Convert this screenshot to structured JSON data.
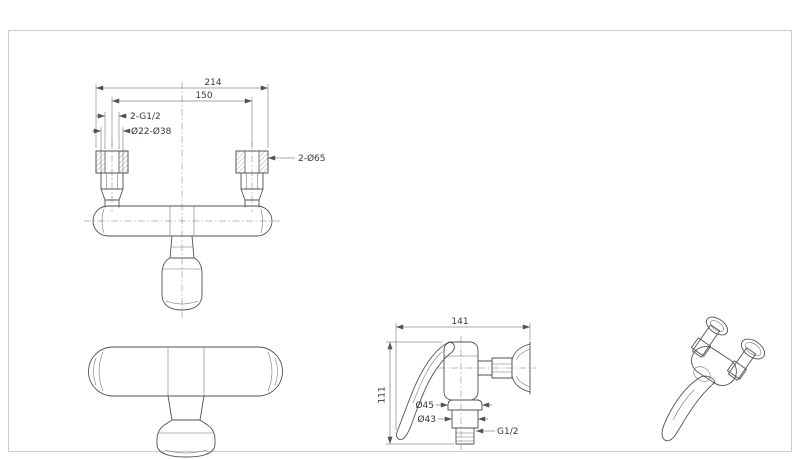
{
  "sheet": {
    "background": "#ffffff",
    "border_color": "#c8cbce",
    "line_color": "#4d5358",
    "text_color": "#34383c"
  },
  "front_view": {
    "dims": {
      "overall_width": "214",
      "inlet_spacing": "150",
      "inlet_thread": "2-G1/2",
      "eccentric_range": "Ø22-Ø38",
      "escutcheon_diameter": "2-Ø65"
    }
  },
  "side_view": {
    "dims": {
      "depth": "141",
      "height": "111",
      "flange_diameter": "Ø45",
      "cap_diameter": "Ø43",
      "outlet_thread": "G1/2"
    }
  }
}
